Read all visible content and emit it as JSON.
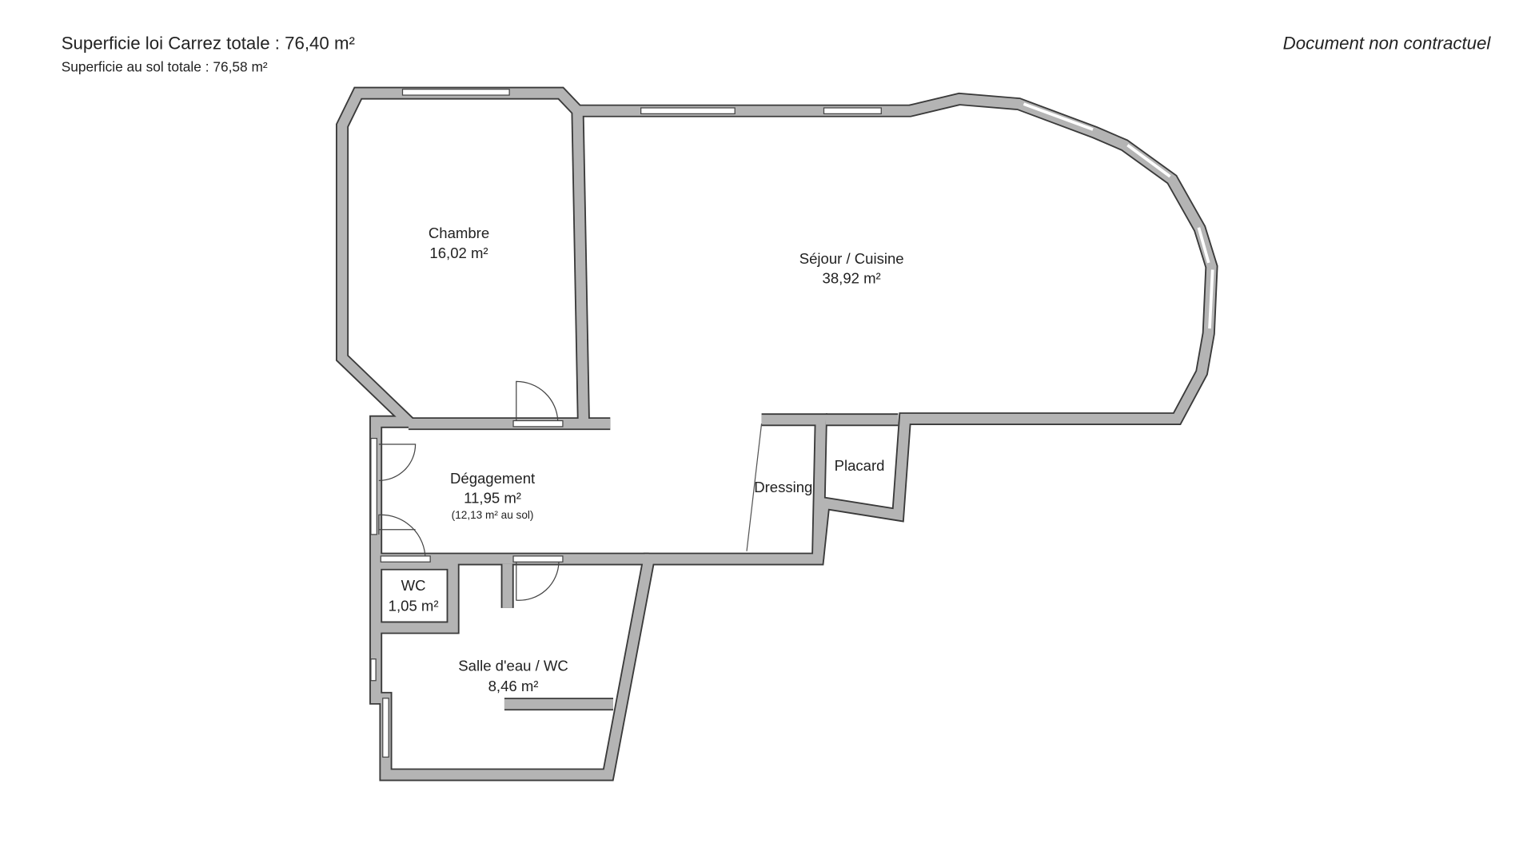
{
  "header": {
    "carrez_total": "Superficie loi Carrez totale :  76,40 m²",
    "sol_total": "Superficie au sol totale :  76,58 m²",
    "disclaimer": "Document non contractuel"
  },
  "rooms": {
    "chambre": {
      "name": "Chambre",
      "area": "16,02 m²"
    },
    "sejour": {
      "name": "Séjour / Cuisine",
      "area": "38,92 m²"
    },
    "degagement": {
      "name": "Dégagement",
      "area": "11,95 m²",
      "note": "(12,13 m² au sol)"
    },
    "dressing": {
      "name": "Dressing"
    },
    "placard": {
      "name": "Placard"
    },
    "wc": {
      "name": "WC",
      "area": "1,05 m²"
    },
    "salle_eau": {
      "name": "Salle d'eau / WC",
      "area": "8,46 m²"
    }
  },
  "colors": {
    "wall": "#b4b4b4",
    "outline": "#3a3a3a"
  }
}
